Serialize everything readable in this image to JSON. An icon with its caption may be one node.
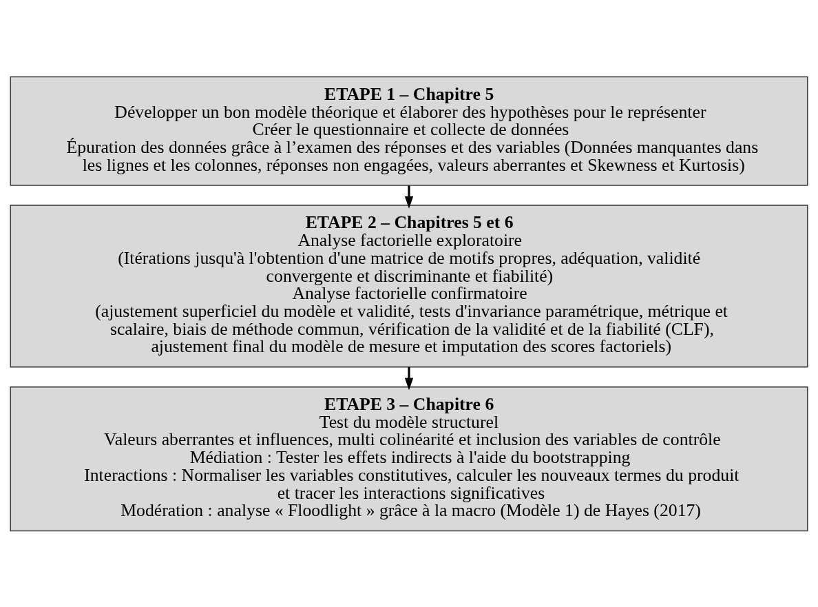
{
  "diagram": {
    "nodes": [
      {
        "text": [
          "ETAPE 1 – Chapitre 5",
          "Développer un bon modèle théorique et élaborer des hypothèses pour le représenter",
          "Créer le questionnaire et collecte de données",
          "Épuration des données grâce à l’examen des réponses et des variables (Données manquantes dans les lignes et les colonnes, réponses non engagées, valeurs aberrantes et Skewness et Kurtosis)"
        ]
      },
      {
        "text": [
          "ETAPE 2 – Chapitres 5 et 6",
          "Analyse factorielle exploratoire",
          "(Itérations jusqu'à l'obtention d'une matrice de motifs propres, adéquation, validité convergente et discriminante et fiabilité)",
          "Analyse factorielle confirmatoire",
          "(ajustement superficiel du modèle et validité, tests d'invariance paramétrique, métrique et scalaire, biais de méthode commun, vérification de la validité et de la fiabilité (CLF), ajustement final du modèle de mesure et imputation des scores factoriels)"
        ]
      },
      {
        "text": [
          "ETAPE 3 – Chapitre 6",
          "Test du modèle structurel",
          "Valeurs aberrantes et influences, multi colinéarité et inclusion des variables de contrôle",
          "Médiation : Tester les effets indirects à l'aide du bootstrapping",
          "Interactions : Normaliser les variables constitutives, calculer les nouveaux termes du produit et tracer les interactions significatives",
          "Modération : analyse « Floodlight » grâce à la macro (Modèle 1) de Hayes (2017)"
        ]
      }
    ],
    "edges": [
      {
        "from": 0,
        "to": 1,
        "arrow": "to"
      },
      {
        "from": 1,
        "to": 2,
        "arrow": "to"
      }
    ]
  }
}
